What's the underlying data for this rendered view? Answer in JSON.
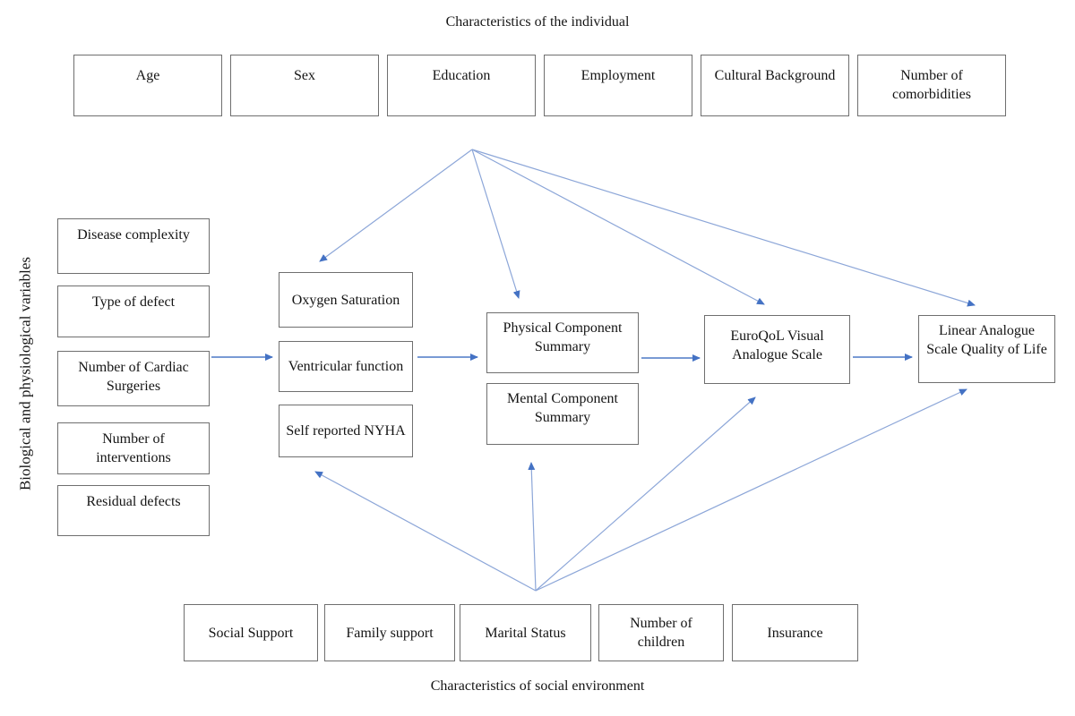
{
  "diagram": {
    "individual": {
      "title": "Characteristics of the individual",
      "boxes": [
        "Age",
        "Sex",
        "Education",
        "Employment",
        "Cultural Background",
        "Number of comorbidities"
      ]
    },
    "biological": {
      "title": "Biological and physiological variables",
      "boxes": [
        "Disease complexity",
        "Type of defect",
        "Number of Cardiac Surgeries",
        "Number of interventions",
        "Residual defects"
      ]
    },
    "clinical": {
      "boxes": [
        "Oxygen Saturation",
        "Ventricular function",
        "Self reported NYHA"
      ]
    },
    "component_summaries": {
      "boxes": [
        "Physical Component Summary",
        "Mental Component Summary"
      ]
    },
    "outcomes": {
      "boxes": [
        "EuroQoL Visual Analogue Scale",
        "Linear Analogue Scale Quality of Life"
      ]
    },
    "social": {
      "title": "Characteristics of social environment",
      "boxes": [
        "Social Support",
        "Family support",
        "Marital Status",
        "Number of children",
        "Insurance"
      ]
    },
    "edges": [
      {
        "from": "Characteristics of the individual",
        "to": "Oxygen Saturation"
      },
      {
        "from": "Characteristics of the individual",
        "to": "Physical Component Summary"
      },
      {
        "from": "Characteristics of the individual",
        "to": "EuroQoL Visual Analogue Scale"
      },
      {
        "from": "Characteristics of the individual",
        "to": "Linear Analogue Scale Quality of Life"
      },
      {
        "from": "Characteristics of social environment",
        "to": "Self reported NYHA"
      },
      {
        "from": "Characteristics of social environment",
        "to": "Mental Component Summary"
      },
      {
        "from": "Characteristics of social environment",
        "to": "EuroQoL Visual Analogue Scale"
      },
      {
        "from": "Characteristics of social environment",
        "to": "Linear Analogue Scale Quality of Life"
      },
      {
        "from": "Number of Cardiac Surgeries",
        "to": "Ventricular function"
      },
      {
        "from": "Ventricular function",
        "to": "Physical Component Summary"
      },
      {
        "from": "Physical Component Summary",
        "to": "EuroQoL Visual Analogue Scale"
      },
      {
        "from": "EuroQoL Visual Analogue Scale",
        "to": "Linear Analogue Scale Quality of Life"
      }
    ],
    "colors": {
      "arrow_head": "#4472c4",
      "hub_line": "#8ca6d8",
      "flow_line": "#4d79c6",
      "box_border": "#6f6f6f",
      "text": "#141414"
    }
  }
}
